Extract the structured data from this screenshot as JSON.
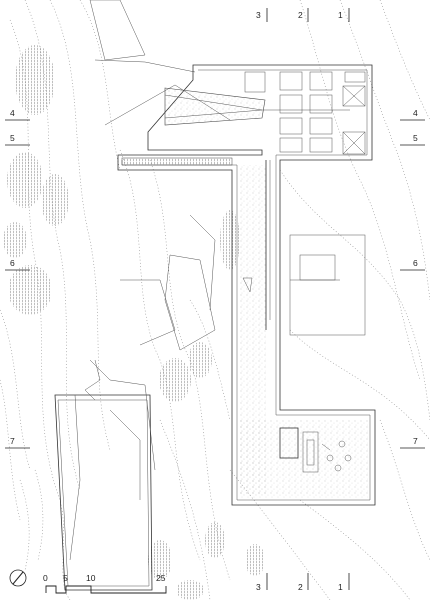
{
  "grid_axes": {
    "vertical": [
      "3",
      "2",
      "1"
    ],
    "horizontal": [
      "4",
      "5",
      "6",
      "7"
    ]
  },
  "scale_bar": {
    "labels": [
      "0",
      "5",
      "10",
      "25"
    ]
  },
  "north_arrow_icon": "north-arrow-icon",
  "colors": {
    "line": "#333333",
    "contour": "#888888",
    "hatch": "#999999",
    "paper": "#ffffff"
  }
}
